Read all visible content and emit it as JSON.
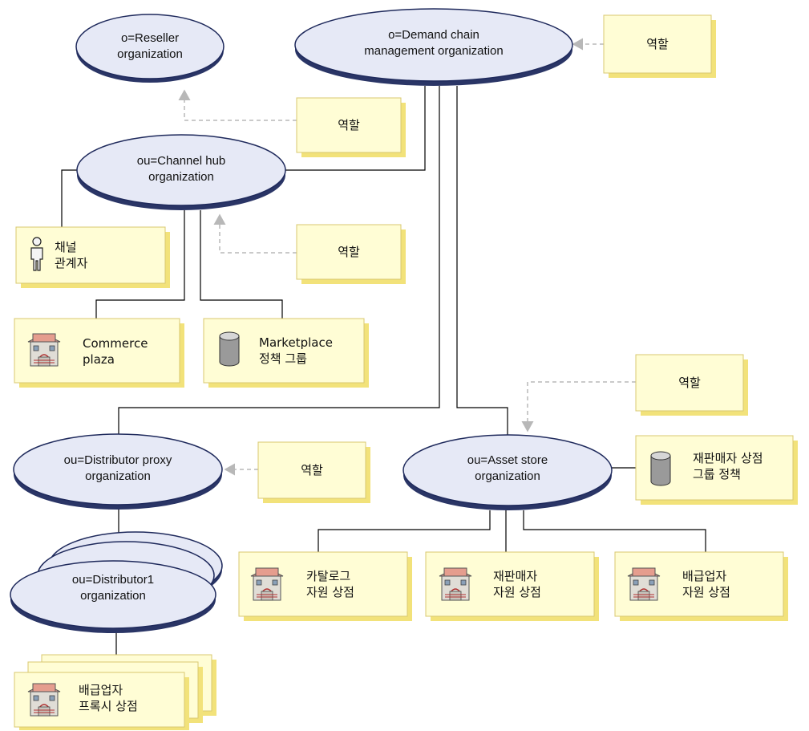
{
  "organizations": {
    "reseller": {
      "line1": "o=Reseller",
      "line2": "organization"
    },
    "demand_chain": {
      "line1": "o=Demand chain",
      "line2": "management organization"
    },
    "channel_hub": {
      "line1": "ou=Channel hub",
      "line2": "organization"
    },
    "distributor_proxy": {
      "line1": "ou=Distributor proxy",
      "line2": "organization"
    },
    "asset_store": {
      "line1": "ou=Asset store",
      "line2": "organization"
    },
    "distributor1": {
      "line1": "ou=Distributor1",
      "line2": "organization"
    }
  },
  "role_label": "역할",
  "boxes": {
    "channel_manager": {
      "line1": "채널",
      "line2": "관계자"
    },
    "commerce_plaza": {
      "line1": "Commerce",
      "line2": "plaza"
    },
    "marketplace": {
      "line1": "Marketplace",
      "line2": "정책 그룹"
    },
    "reseller_policy": {
      "line1": "재판매자 상점",
      "line2": "그룹 정책"
    },
    "catalog_store": {
      "line1": "카탈로그",
      "line2": "자원 상점"
    },
    "reseller_store": {
      "line1": "재판매자",
      "line2": "자원 상점"
    },
    "distributor_store": {
      "line1": "배급업자",
      "line2": "자원 상점"
    },
    "distributor_proxy_store": {
      "line1": "배급업자",
      "line2": "프록시 상점"
    }
  },
  "colors": {
    "ellipse_fill": "#e6e9f6",
    "ellipse_stroke": "#1f2a5c",
    "box_fill": "#fffdd5",
    "box_shadow": "#f2e27a",
    "dashed_arrow": "#b8b8b8",
    "connector": "#000000"
  }
}
